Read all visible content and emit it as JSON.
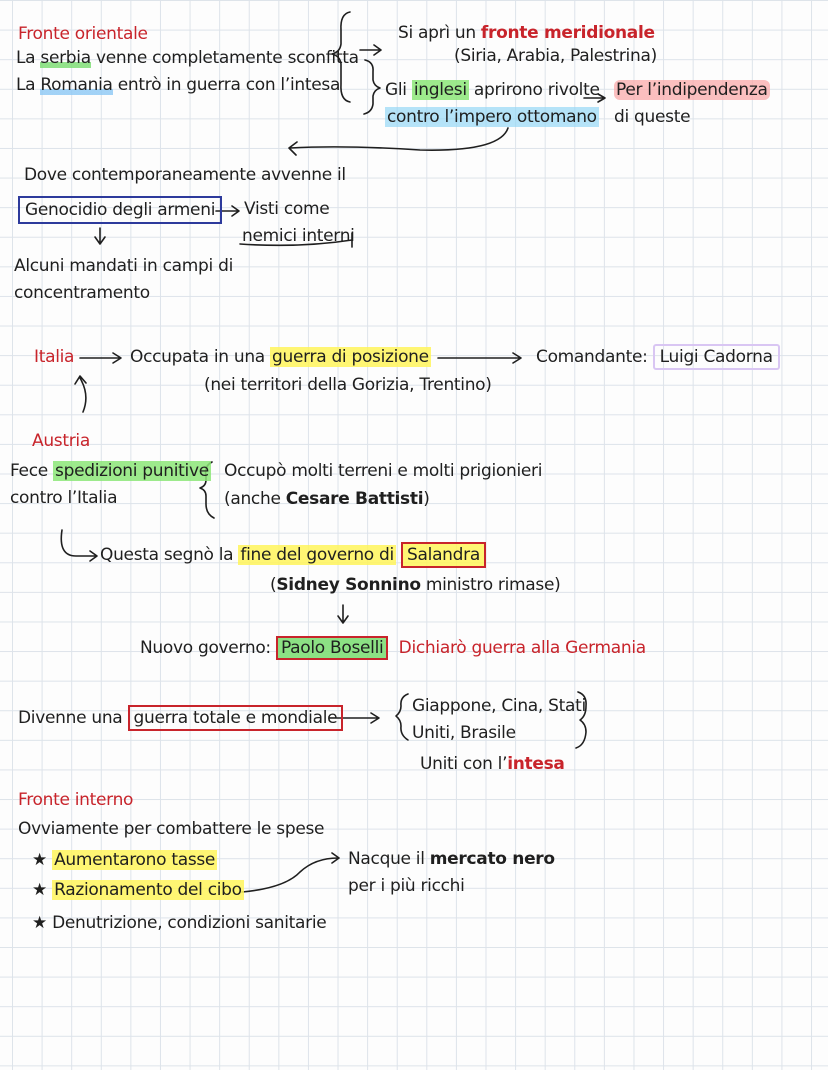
{
  "s1": {
    "heading": "Fronte orientale",
    "l1_a": "La ",
    "l1_b": "serbia",
    "l1_c": " venne completamente sconfitta",
    "l2_a": "La ",
    "l2_b": "Romania",
    "l2_c": " entrò in guerra con l’intesa",
    "r1_a": "Si aprì un ",
    "r1_b": "fronte meridionale",
    "r2": "(Siria, Arabia, Palestrina)",
    "r3_b": "inglesi",
    "r3_a": "Gli ",
    "r3_c": " aprirono rivolte",
    "r4": "contro l’impero ottomano",
    "p1": "Per l’indipendenza",
    "p2": "di queste"
  },
  "s2": {
    "l1": "Dove contemporaneamente avvenne il",
    "genocide": "Genocidio degli armeni",
    "visti1": "Visti come",
    "visti2": "nemici interni",
    "a1": "Alcuni mandati in campi di",
    "a2": "concentramento"
  },
  "s3": {
    "italia": "Italia",
    "occ_a": "Occupata in una ",
    "occ_b": "guerra di posizione",
    "terr": "(nei territori della Gorizia, Trentino)",
    "cmd_a": "Comandante: ",
    "cmd_b": "Luigi Cadorna",
    "austria": "Austria",
    "f1_a": "Fece ",
    "f1_b": "spedizioni punitive",
    "f2": "contro l’Italia",
    "o1": "Occupò molti terreni e molti prigionieri",
    "o2_a": "(anche ",
    "o2_b": "Cesare Battisti",
    "o2_c": ")",
    "q_a": "Questa segnò la ",
    "q_b": "fine del governo di",
    "q_c": "Salandra",
    "s_a": "(",
    "s_b": "Sidney Sonnino",
    "s_c": " ministro rimase)",
    "n_a": "Nuovo governo: ",
    "n_b": "Paolo Boselli",
    "n_c": "Dichiarò guerra alla Germania"
  },
  "s4": {
    "d_a": "Divenne una ",
    "d_b": "guerra totale e mondiale",
    "g1": "Giappone, Cina, Stati",
    "g2": "Uniti, Brasile",
    "u_a": "Uniti con l’",
    "u_b": "intesa"
  },
  "s5": {
    "heading": "Fronte interno",
    "l1": "Ovviamente per combattere le spese",
    "star": "★",
    "b1": "Aumentarono tasse",
    "b2": "Razionamento del cibo",
    "b3": "Denutrizione, condizioni sanitarie",
    "m1_a": "Nacque il ",
    "m1_b": "mercato nero",
    "m2": "per i più ricchi"
  },
  "colors": {
    "red": "#c8242b",
    "highlight_yellow": "#fff55a",
    "highlight_green": "#8ce678",
    "highlight_blue": "#96d7f5",
    "highlight_pink": "#faaaaa",
    "box_blue": "#2d3a9c",
    "box_purple": "#d9c6f3"
  }
}
